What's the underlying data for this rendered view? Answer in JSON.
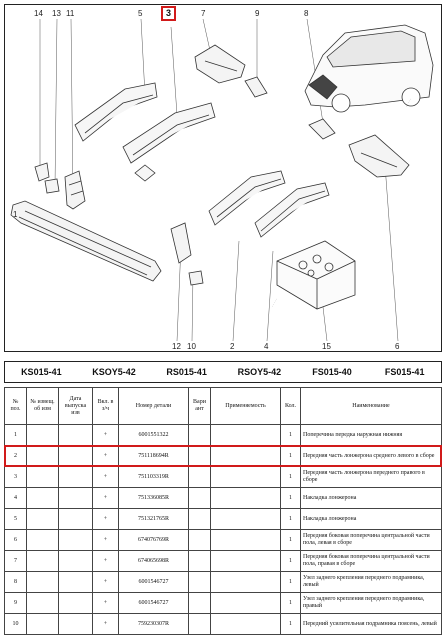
{
  "diagram": {
    "callouts": [
      {
        "id": "c14",
        "label": "14"
      },
      {
        "id": "c13",
        "label": "13"
      },
      {
        "id": "c11",
        "label": "11"
      },
      {
        "id": "c5",
        "label": "5"
      },
      {
        "id": "c3",
        "label": "3"
      },
      {
        "id": "c7",
        "label": "7"
      },
      {
        "id": "c9",
        "label": "9"
      },
      {
        "id": "c8",
        "label": "8"
      },
      {
        "id": "c12",
        "label": "12"
      },
      {
        "id": "c10",
        "label": "10"
      },
      {
        "id": "c2",
        "label": "2"
      },
      {
        "id": "c4",
        "label": "4"
      },
      {
        "id": "c15",
        "label": "15"
      },
      {
        "id": "c6",
        "label": "6"
      },
      {
        "id": "c1",
        "label": "1"
      }
    ],
    "selected_callout": "3",
    "colors": {
      "highlight": "#d11a1a",
      "line": "#222222"
    }
  },
  "codes": [
    "KS015-41",
    "KSOY5-42",
    "RS015-41",
    "RSOY5-42",
    "FS015-40",
    "FS015-41"
  ],
  "table": {
    "headers": [
      "№ поз.",
      "№ извещ. об изм",
      "Дата выпуска изв",
      "Вкл. в з/ч",
      "Номер детали",
      "Вари ант",
      "Применяемость",
      "Кол.",
      "Наименование"
    ],
    "rows": [
      {
        "pos": "1",
        "incl": "+",
        "part": "6001551322",
        "qty": "1",
        "name": "Поперечина передка наружная нижняя"
      },
      {
        "pos": "2",
        "incl": "+",
        "part": "751118694R",
        "qty": "1",
        "name": "Передняя часть лонжерона среднего левого в сборе"
      },
      {
        "pos": "3",
        "incl": "+",
        "part": "751103319R",
        "qty": "1",
        "name": "Передняя часть лонжерона переднего правого в сборе"
      },
      {
        "pos": "4",
        "incl": "+",
        "part": "751336085R",
        "qty": "1",
        "name": "Накладка лонжерона"
      },
      {
        "pos": "5",
        "incl": "+",
        "part": "751321765R",
        "qty": "1",
        "name": "Накладка лонжерона"
      },
      {
        "pos": "6",
        "incl": "+",
        "part": "674076769R",
        "qty": "1",
        "name": "Передняя боковая поперечина центральной части пола, левая в сборе"
      },
      {
        "pos": "7",
        "incl": "+",
        "part": "674065698R",
        "qty": "1",
        "name": "Передняя боковая поперечина центральной части пола, правая в сборе"
      },
      {
        "pos": "8",
        "incl": "+",
        "part": "6001546727",
        "qty": "1",
        "name": "Узел заднего крепления переднего подрамника, левый"
      },
      {
        "pos": "9",
        "incl": "+",
        "part": "6001546727",
        "qty": "1",
        "name": "Узел заднего крепления переднего подрамника, правый"
      },
      {
        "pos": "10",
        "incl": "+",
        "part": "759230307R",
        "qty": "1",
        "name": "Передний усилительная подрамника поясень, левый"
      }
    ],
    "highlighted_row": "3"
  }
}
